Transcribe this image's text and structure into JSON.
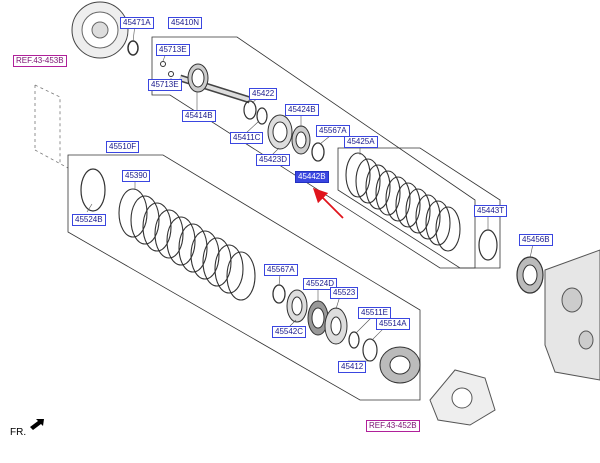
{
  "parts": {
    "p45471A": "45471A",
    "p45410N": "45410N",
    "p45713E_a": "45713E",
    "p45713E_b": "45713E",
    "p45414B": "45414B",
    "p45422": "45422",
    "p45411C": "45411C",
    "p45424B": "45424B",
    "p45423D": "45423D",
    "p45567A_a": "45567A",
    "p45425A": "45425A",
    "p45442B": "45442B",
    "p45510F": "45510F",
    "p45390": "45390",
    "p45524B": "45524B",
    "p45443T": "45443T",
    "p45456B": "45456B",
    "p45567A_b": "45567A",
    "p45524D": "45524D",
    "p45523": "45523",
    "p45542C": "45542C",
    "p45511E": "45511E",
    "p45514A": "45514A",
    "p45412": "45412"
  },
  "refs": {
    "ref_top": "REF.43-453B",
    "ref_bottom": "REF.43-452B"
  },
  "front_label": "FR.",
  "colors": {
    "label_border": "#3a46e0",
    "label_text": "#1a1a8c",
    "selected_fill": "#3a46e0",
    "ref_border": "#b0209a",
    "arrow": "#e0141c"
  }
}
